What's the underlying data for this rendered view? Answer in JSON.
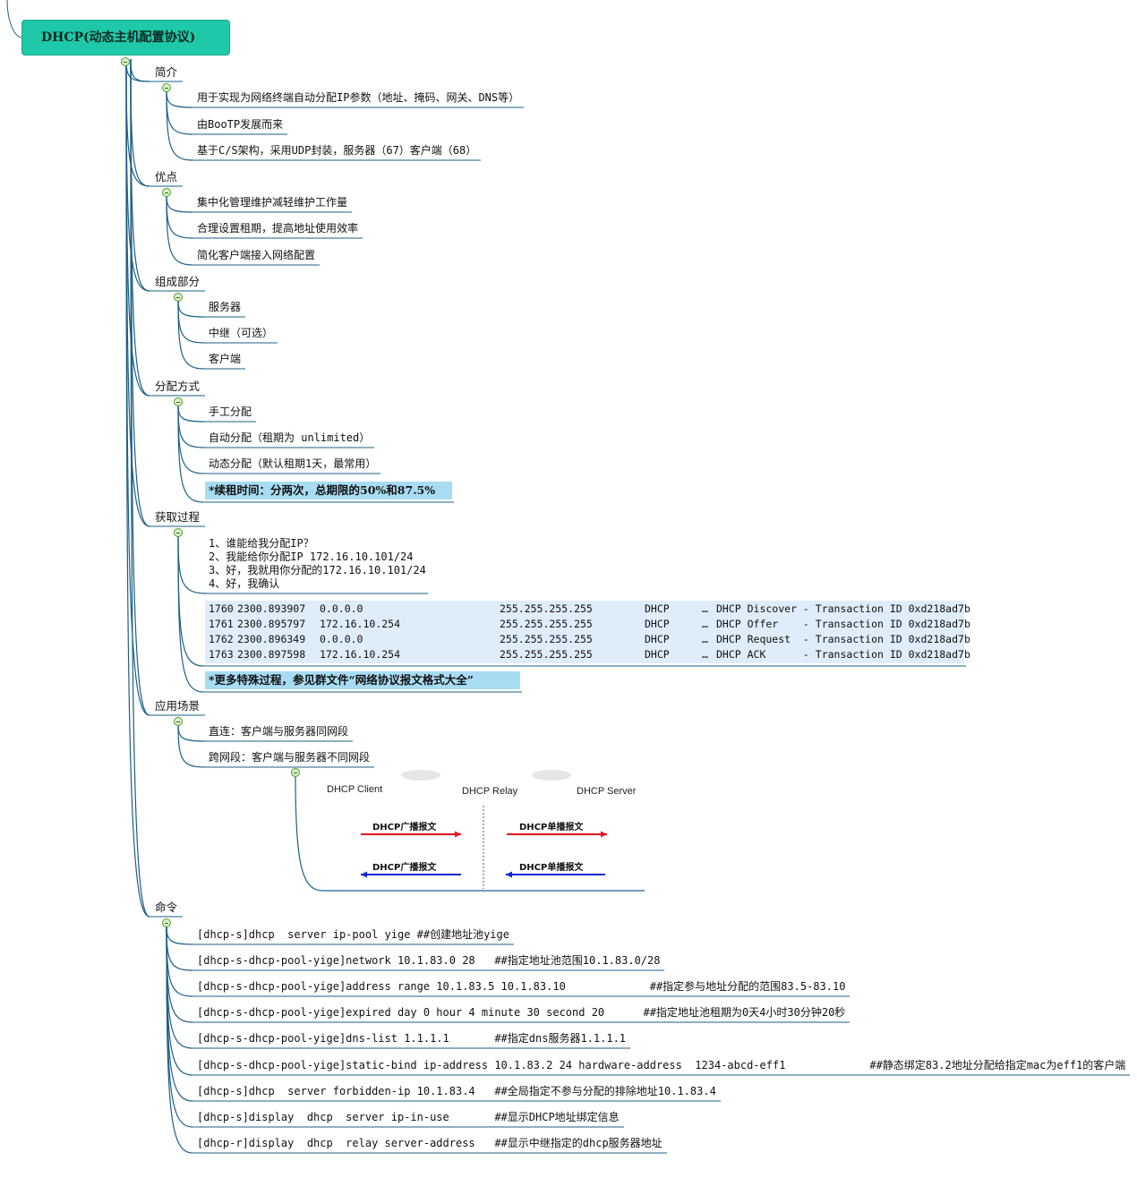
{
  "root": {
    "title": "DHCP(动态主机配置协议)"
  },
  "sections": [
    {
      "id": "intro",
      "label": "简介",
      "children": [
        "用于实现为网络终端自动分配IP参数（地址、掩码、网关、DNS等）",
        "由BooTP发展而来",
        "基于C/S架构，采用UDP封装，服务器（67）客户端（68）"
      ]
    },
    {
      "id": "advantages",
      "label": "优点",
      "children": [
        "集中化管理维护减轻维护工作量",
        "合理设置租期，提高地址使用效率",
        "简化客户端接入网络配置"
      ]
    },
    {
      "id": "components",
      "label": "组成部分",
      "children": [
        "服务器",
        "中继（可选）",
        "客户端"
      ]
    },
    {
      "id": "allocation",
      "label": "分配方式",
      "children": [
        "手工分配",
        "自动分配（租期为 unlimited）",
        "动态分配（默认租期1天，最常用）"
      ],
      "highlight": "*续租时间：分两次，总期限的50%和87.5%"
    },
    {
      "id": "process",
      "label": "获取过程",
      "steps": [
        "1、谁能给我分配IP？",
        "2、我能给你分配IP 172.16.10.101/24",
        "3、好，我就用你分配的172.16.10.101/24",
        "4、好，我确认"
      ],
      "capture": [
        {
          "no": "1760",
          "time": "2300.893907",
          "src": "0.0.0.0",
          "dst": "255.255.255.255",
          "proto": "DHCP",
          "more": "…",
          "info": "DHCP Discover - Transaction ID 0xd218ad7b"
        },
        {
          "no": "1761",
          "time": "2300.895797",
          "src": "172.16.10.254",
          "dst": "255.255.255.255",
          "proto": "DHCP",
          "more": "…",
          "info": "DHCP Offer    - Transaction ID 0xd218ad7b"
        },
        {
          "no": "1762",
          "time": "2300.896349",
          "src": "0.0.0.0",
          "dst": "255.255.255.255",
          "proto": "DHCP",
          "more": "…",
          "info": "DHCP Request  - Transaction ID 0xd218ad7b"
        },
        {
          "no": "1763",
          "time": "2300.897598",
          "src": "172.16.10.254",
          "dst": "255.255.255.255",
          "proto": "DHCP",
          "more": "…",
          "info": "DHCP ACK      - Transaction ID 0xd218ad7b"
        }
      ],
      "highlight": "*更多特殊过程，参见群文件“网络协议报文格式大全”"
    },
    {
      "id": "scenarios",
      "label": "应用场景",
      "children": [
        "直连：客户端与服务器同网段",
        "跨网段：客户端与服务器不同网段"
      ],
      "diagram": {
        "client": "DHCP Client",
        "relay": "DHCP Relay",
        "server": "DHCP Server",
        "arrows": [
          {
            "label": "DHCP广播报文",
            "color": "#e3141c"
          },
          {
            "label": "DHCP单播报文",
            "color": "#e3141c"
          },
          {
            "label": "DHCP广播报文",
            "color": "#1426cf"
          },
          {
            "label": "DHCP单播报文",
            "color": "#1426cf"
          }
        ]
      }
    },
    {
      "id": "commands",
      "label": "命令",
      "children": [
        "[dhcp-s]dhcp  server ip-pool yige ##创建地址池yige",
        "[dhcp-s-dhcp-pool-yige]network 10.1.83.0 28   ##指定地址池范围10.1.83.0/28",
        "[dhcp-s-dhcp-pool-yige]address range 10.1.83.5 10.1.83.10             ##指定参与地址分配的范围83.5-83.10",
        "[dhcp-s-dhcp-pool-yige]expired day 0 hour 4 minute 30 second 20      ##指定地址池租期为0天4小时30分钟20秒",
        "[dhcp-s-dhcp-pool-yige]dns-list 1.1.1.1       ##指定dns服务器1.1.1.1",
        "[dhcp-s-dhcp-pool-yige]static-bind ip-address 10.1.83.2 24 hardware-address  1234-abcd-eff1             ##静态绑定83.2地址分配给指定mac为eff1的客户端",
        "[dhcp-s]dhcp  server forbidden-ip 10.1.83.4   ##全局指定不参与分配的排除地址10.1.83.4",
        "[dhcp-s]display  dhcp  server ip-in-use       ##显示DHCP地址绑定信息",
        "[dhcp-r]display  dhcp  relay server-address   ##显示中继指定的dhcp服务器地址"
      ]
    }
  ],
  "colors": {
    "root_fill": "#1fc8a8",
    "wire": "#1e5f86",
    "highlight": "#a8dcf3",
    "capture_bg": "#deedf9"
  }
}
